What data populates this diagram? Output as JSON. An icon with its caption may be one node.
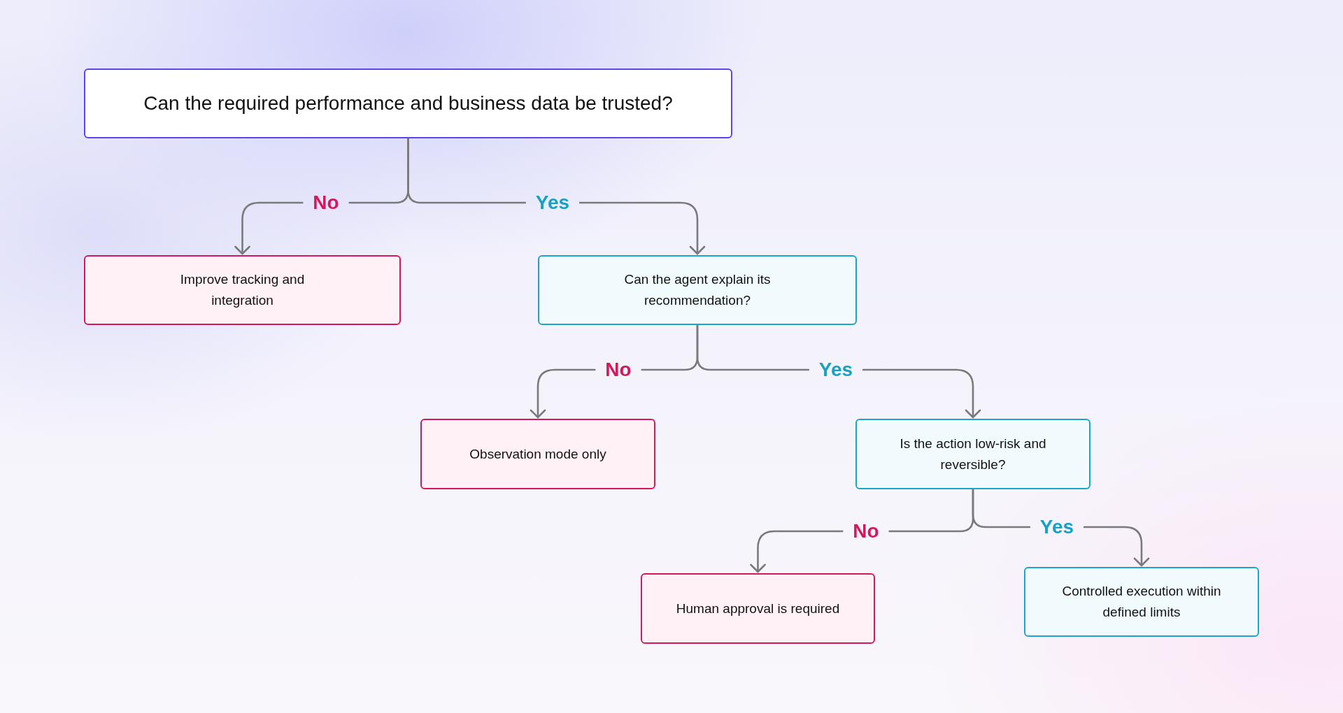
{
  "diagram": {
    "nodes": [
      {
        "text": [
          "Can the required performance and business data be trusted?"
        ]
      },
      {
        "text": [
          "Improve tracking and integration"
        ]
      },
      {
        "text": [
          "Can the agent explain its recommendation?"
        ]
      },
      {
        "text": [
          "Observation mode only"
        ]
      },
      {
        "text": [
          "Is the action low-risk and reversible?"
        ]
      },
      {
        "text": [
          "Human approval is required"
        ]
      },
      {
        "text": [
          "Controlled execution within defined limits"
        ]
      }
    ],
    "edges": [
      {
        "from": 0,
        "to": 1,
        "arrow": "to",
        "label": "No"
      },
      {
        "from": 0,
        "to": 2,
        "arrow": "to",
        "label": "Yes"
      },
      {
        "from": 2,
        "to": 3,
        "arrow": "to",
        "label": "No"
      },
      {
        "from": 2,
        "to": 4,
        "arrow": "to",
        "label": "Yes"
      },
      {
        "from": 4,
        "to": 5,
        "arrow": "to",
        "label": "No"
      },
      {
        "from": 4,
        "to": 6,
        "arrow": "to",
        "label": "Yes"
      }
    ]
  }
}
